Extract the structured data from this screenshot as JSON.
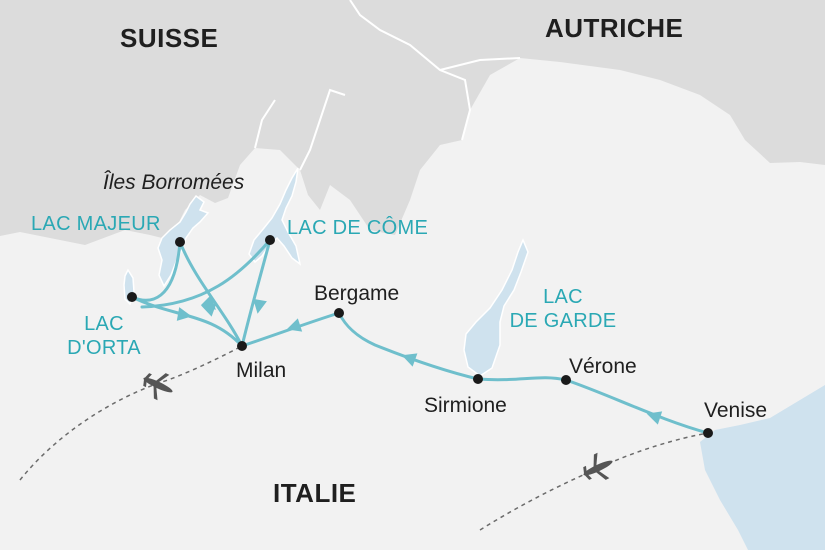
{
  "countries": {
    "switzerland": "SUISSE",
    "austria": "AUTRICHE",
    "italy": "ITALIE"
  },
  "lakes": {
    "maggiore": "LAC MAJEUR",
    "como": "LAC DE CÔME",
    "orta_line1": "LAC",
    "orta_line2": "D'ORTA",
    "garda_line1": "LAC",
    "garda_line2": "DE GARDE"
  },
  "places": {
    "islands": "Îles Borromées",
    "milan": "Milan",
    "bergamo": "Bergame",
    "sirmione": "Sirmione",
    "verona": "Vérone",
    "venice": "Venise"
  },
  "colors": {
    "background": "#f2f2f2",
    "mountain_region": "#dcdcdc",
    "border": "#ffffff",
    "water": "#cfe2ee",
    "route": "#6fbfcc",
    "lake_label": "#2aa8b4",
    "text": "#1f1f1f",
    "flight_path": "#6b6b6b"
  },
  "icons": {
    "route_stop": "dot",
    "flight": "airplane-icon"
  }
}
